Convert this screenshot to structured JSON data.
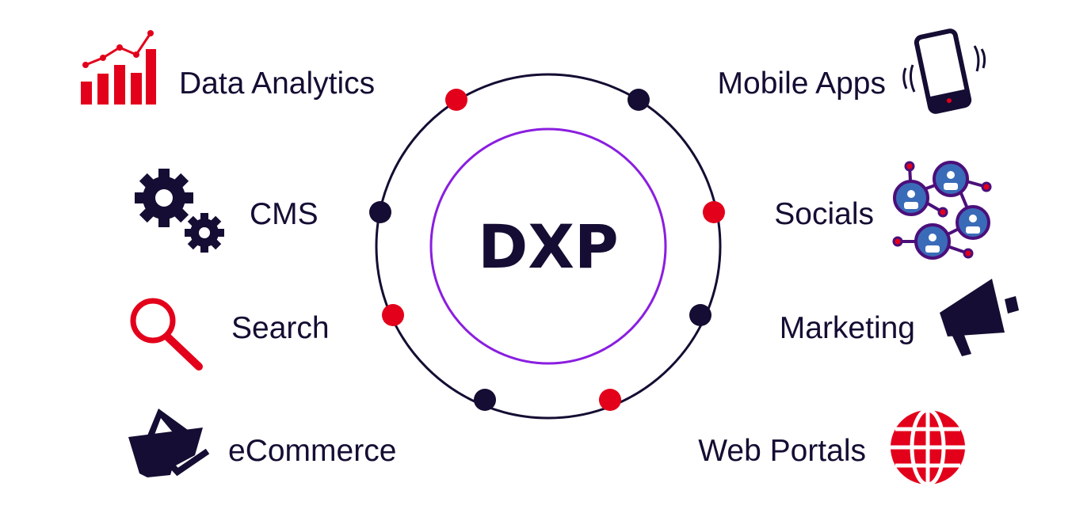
{
  "center": {
    "title": "DXP"
  },
  "left_items": [
    {
      "label": "Data Analytics",
      "icon": "bar-chart-icon"
    },
    {
      "label": "CMS",
      "icon": "gears-icon"
    },
    {
      "label": "Search",
      "icon": "magnifier-icon"
    },
    {
      "label": "eCommerce",
      "icon": "basket-check-icon"
    }
  ],
  "right_items": [
    {
      "label": "Mobile Apps",
      "icon": "mobile-phone-icon"
    },
    {
      "label": "Socials",
      "icon": "social-network-icon"
    },
    {
      "label": "Marketing",
      "icon": "megaphone-icon"
    },
    {
      "label": "Web Portals",
      "icon": "globe-icon"
    }
  ],
  "colors": {
    "navy": "#150d33",
    "red": "#e3001b",
    "purple": "#8a1ee0",
    "social_outline": "#4b0f7a",
    "social_fill": "#3a6bb8"
  }
}
